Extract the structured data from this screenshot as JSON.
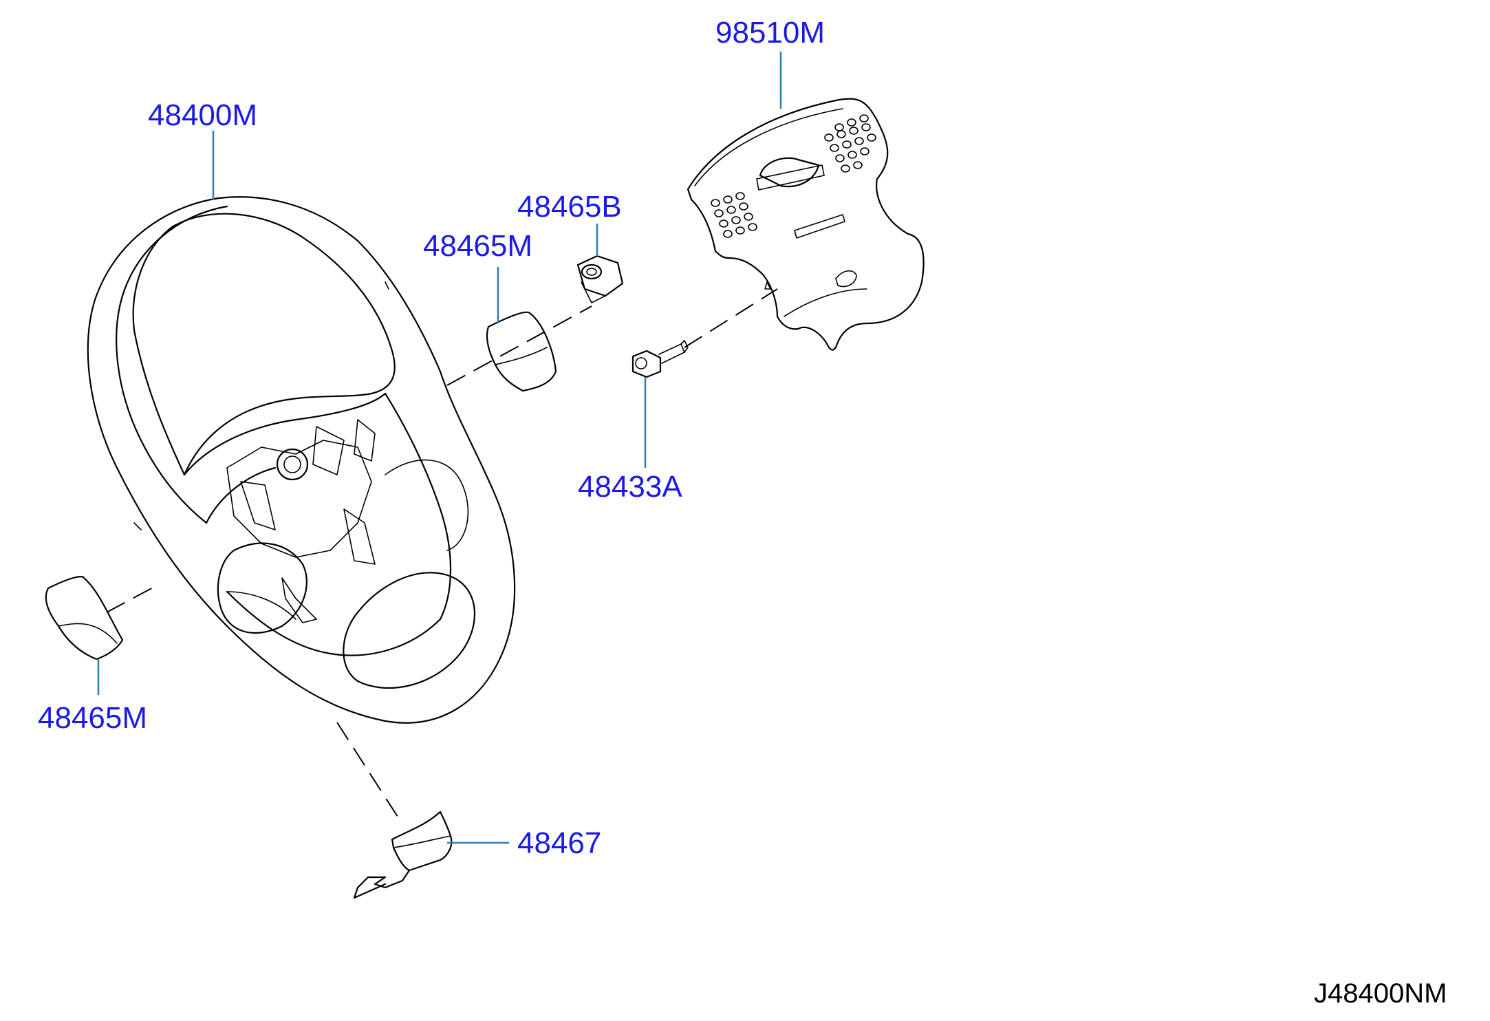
{
  "diagram": {
    "reference_code": "J48400NM",
    "parts": {
      "pad": "98510M",
      "wheel": "48400M",
      "bolt": "48465B",
      "cover_right": "48465M",
      "connector": "48433A",
      "cover_left": "48465M",
      "lower_cover": "48467"
    },
    "colors": {
      "label": "#1a1ae6",
      "leader": "#2a7fb8",
      "line_art": "#000000"
    }
  }
}
